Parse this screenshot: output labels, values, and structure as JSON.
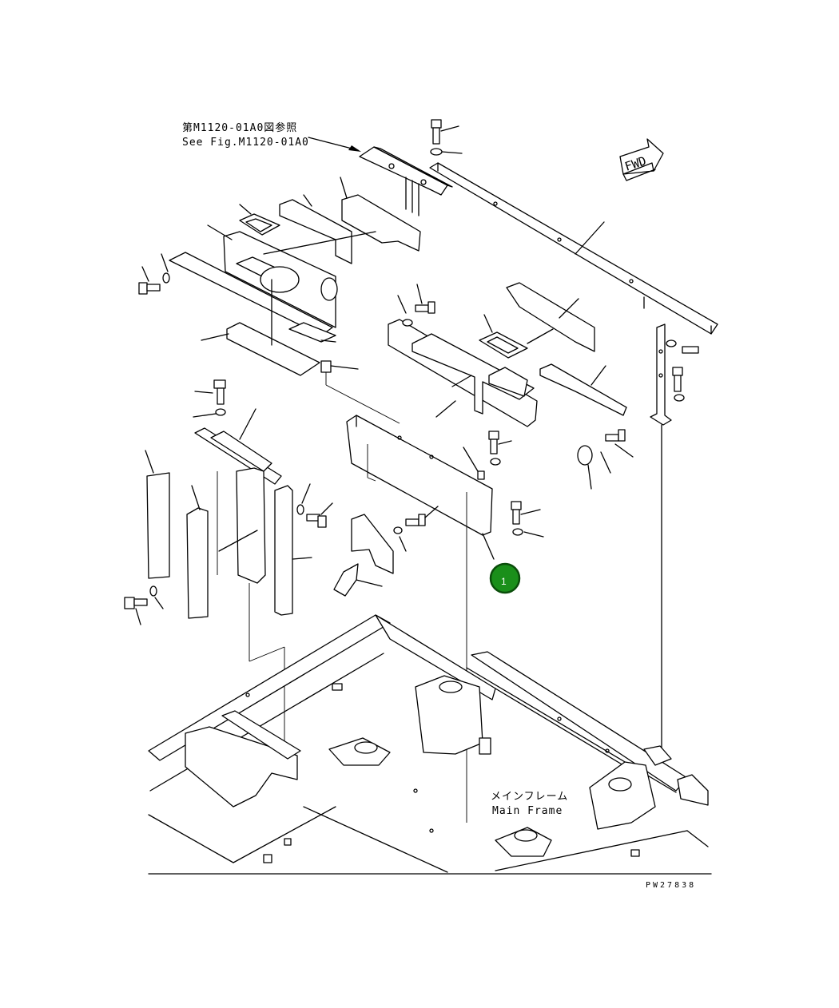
{
  "reference_note": {
    "line_jp": "第M1120-01A0図参照",
    "line_en": "See Fig.M1120-01A0"
  },
  "direction_label": "FWD",
  "main_frame_label": {
    "line_jp": "メインフレーム",
    "line_en": "Main Frame"
  },
  "drawing_code": "PW27838",
  "callouts": [
    {
      "number": "1",
      "fill": "#1a8f1a",
      "stroke": "#0b4d0b"
    }
  ]
}
